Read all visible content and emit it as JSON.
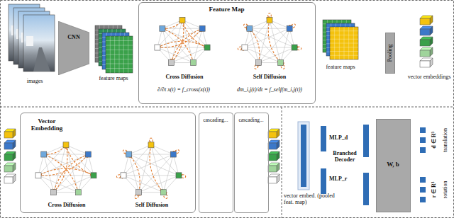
{
  "diagram": {
    "nodes": [
      {
        "text": [
          "CNN"
        ]
      },
      {
        "text": [
          "Feature Map",
          "Cross Diffusion",
          "Self Diffusion",
          "∂/∂t x(t) = f_cross(x(t))",
          "dm_i,j(t)/dt = f_self(m_i,j(t))"
        ]
      },
      {
        "text": [
          "Pooling"
        ]
      },
      {
        "text": [
          "Vector Embedding",
          "Cross Diffusion",
          "Self Diffusion"
        ]
      },
      {
        "text": [
          "cascading..."
        ]
      },
      {
        "text": [
          "cascading..."
        ]
      },
      {
        "text": [
          "W, b"
        ]
      }
    ],
    "labels": [
      "images",
      "feature maps",
      "feature maps",
      "vector embeddings",
      "vector embed. (pooled feat. map)",
      "MLP_d",
      "Branched Decoder",
      "MLP_r",
      "d ∈ R³",
      "translation",
      "r ∈ R³",
      "rotation"
    ]
  }
}
